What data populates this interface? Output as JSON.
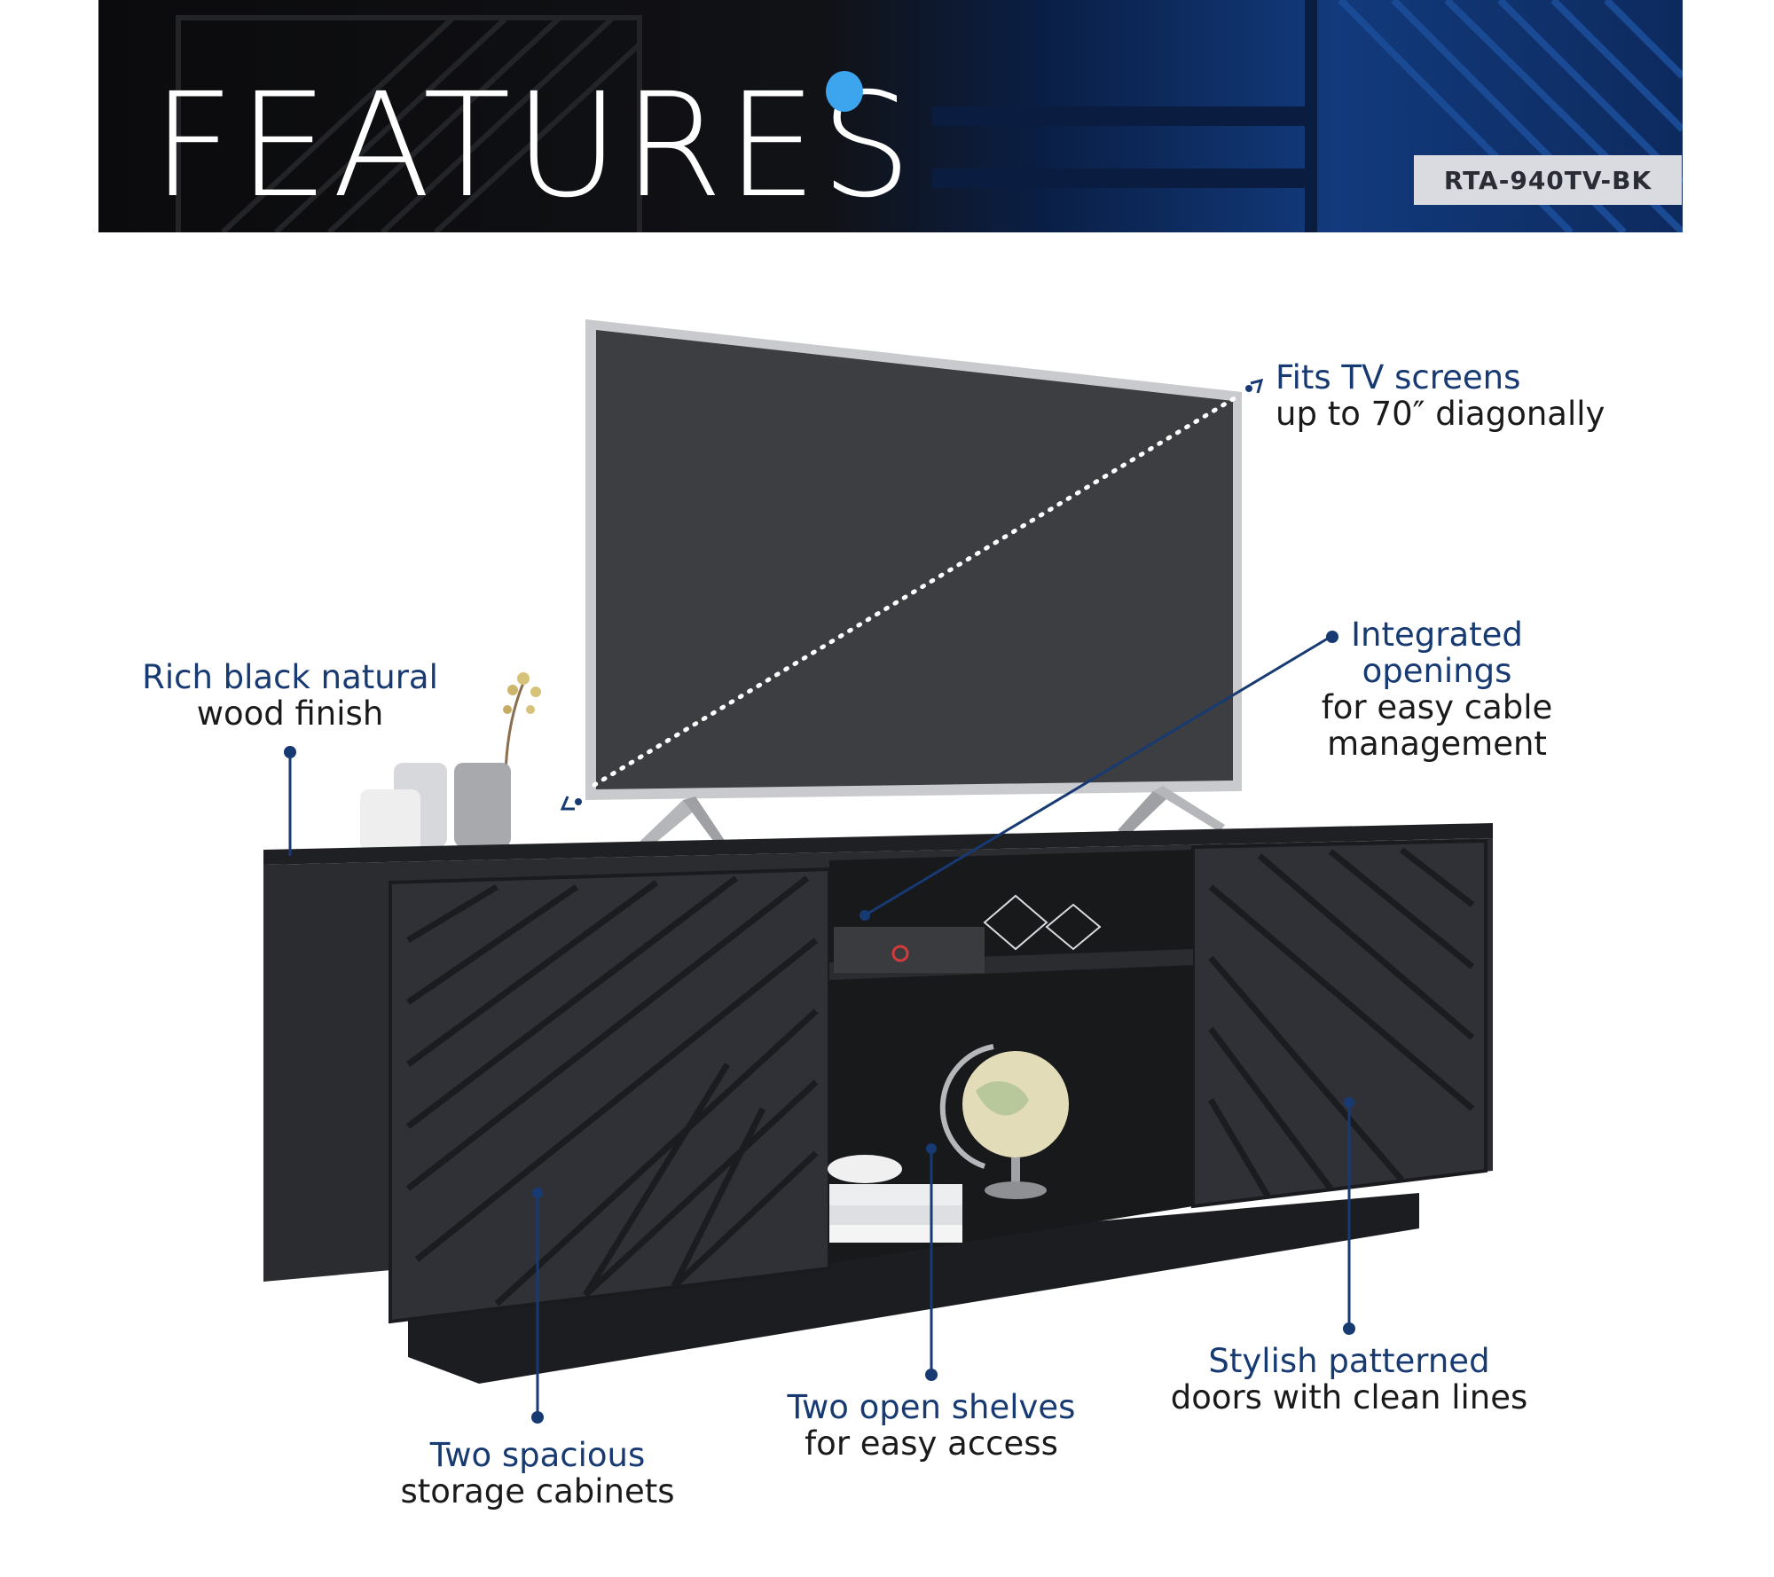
{
  "banner": {
    "title": "FEATURES",
    "sku": "RTA-940TV-BK"
  },
  "colors": {
    "accent_dot": "#3da4ee",
    "callout_navy": "#173a72",
    "furniture_black": "#2b2c30"
  },
  "callouts": [
    {
      "id": "tv",
      "headline": "Fits TV screens",
      "subline": "up to 70″ diagonally"
    },
    {
      "id": "openings",
      "headline_1": "Integrated",
      "headline_2": "openings",
      "subline_1": "for easy cable",
      "subline_2": "management"
    },
    {
      "id": "finish",
      "headline": "Rich black natural",
      "subline": "wood finish"
    },
    {
      "id": "cabinets",
      "headline": "Two spacious",
      "subline": "storage cabinets"
    },
    {
      "id": "shelves",
      "headline": "Two open shelves",
      "subline": "for easy access"
    },
    {
      "id": "doors",
      "headline": "Stylish patterned",
      "subline": "doors with clean lines"
    }
  ]
}
